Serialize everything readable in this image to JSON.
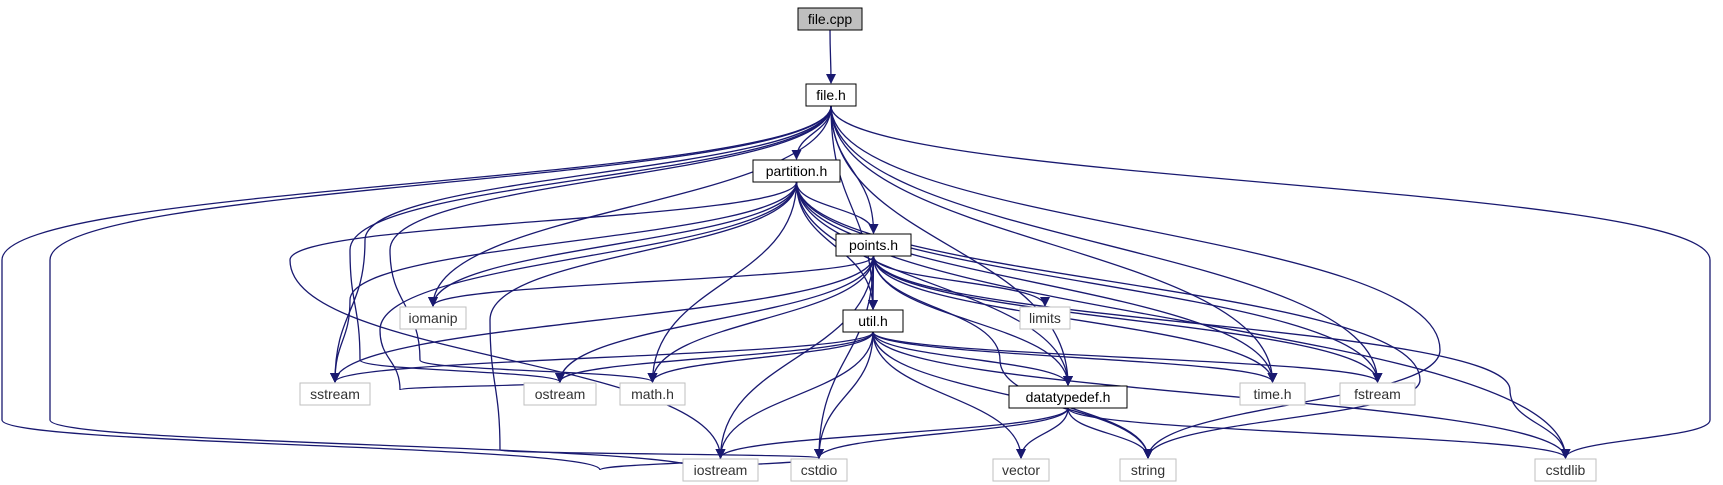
{
  "colors": {
    "edge": "#191970",
    "root_fill": "#bfbfbf",
    "local_fill": "#ffffff",
    "local_border": "#000000",
    "system_border": "#bfbfbf",
    "text_dark": "#000000",
    "text_muted": "#333333"
  },
  "nodes": [
    {
      "id": "file_cpp",
      "label": "file.cpp",
      "kind": "root"
    },
    {
      "id": "file_h",
      "label": "file.h",
      "kind": "local"
    },
    {
      "id": "partition_h",
      "label": "partition.h",
      "kind": "local"
    },
    {
      "id": "points_h",
      "label": "points.h",
      "kind": "local"
    },
    {
      "id": "util_h",
      "label": "util.h",
      "kind": "local"
    },
    {
      "id": "datatypedef_h",
      "label": "datatypedef.h",
      "kind": "local"
    },
    {
      "id": "iomanip",
      "label": "iomanip",
      "kind": "system"
    },
    {
      "id": "limits",
      "label": "limits",
      "kind": "system"
    },
    {
      "id": "sstream",
      "label": "sstream",
      "kind": "system"
    },
    {
      "id": "ostream",
      "label": "ostream",
      "kind": "system"
    },
    {
      "id": "math_h",
      "label": "math.h",
      "kind": "system"
    },
    {
      "id": "time_h",
      "label": "time.h",
      "kind": "system"
    },
    {
      "id": "fstream",
      "label": "fstream",
      "kind": "system"
    },
    {
      "id": "iostream",
      "label": "iostream",
      "kind": "system"
    },
    {
      "id": "cstdio",
      "label": "cstdio",
      "kind": "system"
    },
    {
      "id": "vector",
      "label": "vector",
      "kind": "system"
    },
    {
      "id": "string",
      "label": "string",
      "kind": "system"
    },
    {
      "id": "cstdlib",
      "label": "cstdlib",
      "kind": "system"
    }
  ],
  "edges": [
    [
      "file_cpp",
      "file_h"
    ],
    [
      "file_h",
      "partition_h"
    ],
    [
      "file_h",
      "points_h"
    ],
    [
      "file_h",
      "util_h"
    ],
    [
      "file_h",
      "datatypedef_h"
    ],
    [
      "file_h",
      "iomanip"
    ],
    [
      "file_h",
      "sstream"
    ],
    [
      "file_h",
      "ostream"
    ],
    [
      "file_h",
      "math_h"
    ],
    [
      "file_h",
      "time_h"
    ],
    [
      "file_h",
      "fstream"
    ],
    [
      "file_h",
      "iostream"
    ],
    [
      "file_h",
      "cstdio"
    ],
    [
      "file_h",
      "string"
    ],
    [
      "file_h",
      "cstdlib"
    ],
    [
      "partition_h",
      "points_h"
    ],
    [
      "partition_h",
      "util_h"
    ],
    [
      "partition_h",
      "datatypedef_h"
    ],
    [
      "partition_h",
      "iomanip"
    ],
    [
      "partition_h",
      "sstream"
    ],
    [
      "partition_h",
      "ostream"
    ],
    [
      "partition_h",
      "math_h"
    ],
    [
      "partition_h",
      "time_h"
    ],
    [
      "partition_h",
      "fstream"
    ],
    [
      "partition_h",
      "iostream"
    ],
    [
      "partition_h",
      "cstdio"
    ],
    [
      "partition_h",
      "string"
    ],
    [
      "partition_h",
      "cstdlib"
    ],
    [
      "points_h",
      "util_h"
    ],
    [
      "points_h",
      "datatypedef_h"
    ],
    [
      "points_h",
      "iomanip"
    ],
    [
      "points_h",
      "limits"
    ],
    [
      "points_h",
      "sstream"
    ],
    [
      "points_h",
      "ostream"
    ],
    [
      "points_h",
      "math_h"
    ],
    [
      "points_h",
      "time_h"
    ],
    [
      "points_h",
      "fstream"
    ],
    [
      "points_h",
      "iostream"
    ],
    [
      "points_h",
      "cstdio"
    ],
    [
      "points_h",
      "string"
    ],
    [
      "points_h",
      "cstdlib"
    ],
    [
      "util_h",
      "datatypedef_h"
    ],
    [
      "util_h",
      "sstream"
    ],
    [
      "util_h",
      "ostream"
    ],
    [
      "util_h",
      "math_h"
    ],
    [
      "util_h",
      "time_h"
    ],
    [
      "util_h",
      "fstream"
    ],
    [
      "util_h",
      "iostream"
    ],
    [
      "util_h",
      "cstdio"
    ],
    [
      "util_h",
      "vector"
    ],
    [
      "util_h",
      "string"
    ],
    [
      "util_h",
      "cstdlib"
    ],
    [
      "datatypedef_h",
      "iostream"
    ],
    [
      "datatypedef_h",
      "cstdio"
    ],
    [
      "datatypedef_h",
      "vector"
    ],
    [
      "datatypedef_h",
      "string"
    ],
    [
      "datatypedef_h",
      "cstdlib"
    ]
  ]
}
